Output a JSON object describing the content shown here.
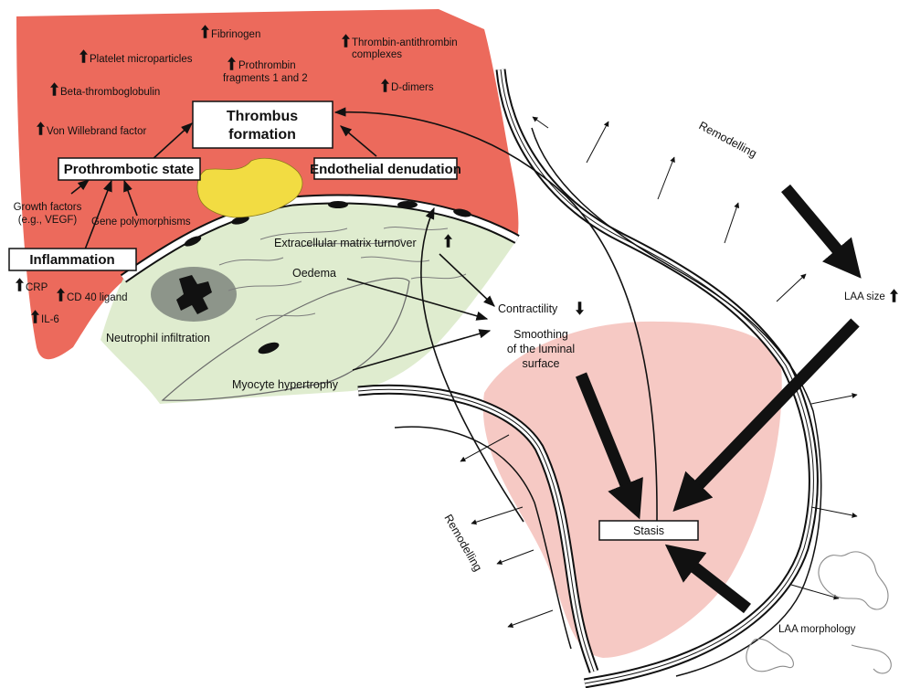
{
  "colors": {
    "prothrombotic_region": "#ec6a5c",
    "tissue_region": "#dfeccf",
    "atrial_cavity": "#f6c9c4",
    "thrombus": "#f2dc42",
    "neutrophil_halo": "#8d958a",
    "outline": "#111111"
  },
  "markers": [
    {
      "label": "Fibrinogen",
      "trend": "up"
    },
    {
      "label": "Platelet microparticles",
      "trend": "up"
    },
    {
      "label": "Beta-thromboglobulin",
      "trend": "up"
    },
    {
      "label": "Von Willebrand factor",
      "trend": "up"
    },
    {
      "label": "Prothrombin",
      "label2": "fragments 1 and 2",
      "trend": "up"
    },
    {
      "label": "Thrombin-antithrombin",
      "label2": "complexes",
      "trend": "up"
    },
    {
      "label": "D-dimers",
      "trend": "up"
    },
    {
      "label": "CRP",
      "trend": "up"
    },
    {
      "label": "CD 40 ligand",
      "trend": "up"
    },
    {
      "label": "IL-6",
      "trend": "up"
    }
  ],
  "boxes": {
    "thrombus_formation": [
      "Thrombus",
      "formation"
    ],
    "prothrombotic_state": "Prothrombotic state",
    "endothelial_denudation": "Endothelial denudation",
    "inflammation": "Inflammation",
    "stasis": "Stasis"
  },
  "labels": {
    "growth_factors": [
      "Growth factors",
      "(e.g., VEGF)"
    ],
    "gene_polymorphisms": "Gene polymorphisms",
    "ecm_turnover": "Extracellular matrix turnover",
    "oedema": "Oedema",
    "neutrophil_infiltration": "Neutrophil infiltration",
    "myocyte_hypertrophy": "Myocyte hypertrophy",
    "contractility": "Contractility",
    "smoothing": [
      "Smoothing",
      "of the luminal",
      "surface"
    ],
    "remodelling": "Remodelling",
    "laa_size": "LAA size",
    "laa_morphology": "LAA morphology"
  },
  "trends": {
    "ecm_turnover": "up",
    "contractility": "down",
    "laa_size": "up"
  }
}
